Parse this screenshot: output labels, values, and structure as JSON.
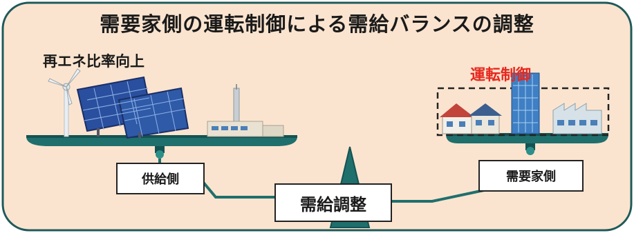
{
  "title": "需要家側の運転制御による需給バランスの調整",
  "left_scene": {
    "caption": "再エネ比率向上"
  },
  "right_scene": {
    "caption": "運転制御"
  },
  "labels": {
    "supply": "供給側",
    "demand": "需要家側",
    "center": "需給調整"
  },
  "colors": {
    "background": "#fbe4cf",
    "frame": "#1f5a5a",
    "platform": "#1f6f6d",
    "accent_red": "#e6281e"
  }
}
